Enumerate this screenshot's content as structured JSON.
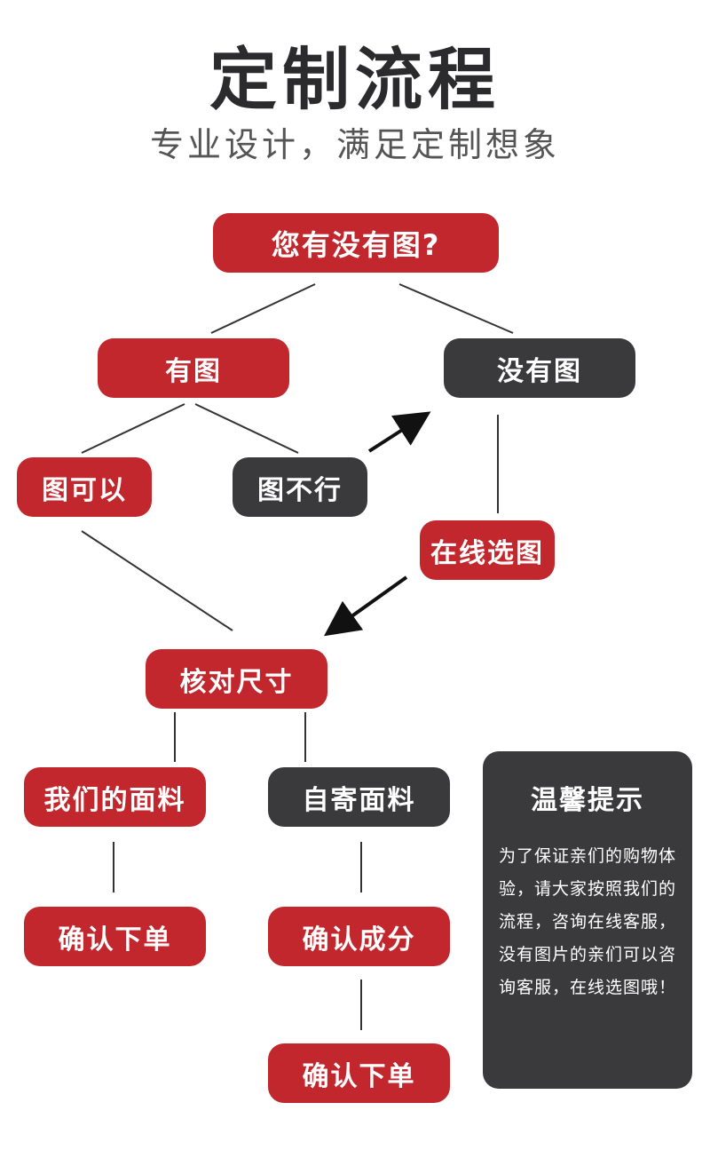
{
  "title": "定制流程",
  "subtitle": "专业设计，满足定制想象",
  "nodes": {
    "question": "您有没有图?",
    "have_image": "有图",
    "no_image": "没有图",
    "image_ok": "图可以",
    "image_not_ok": "图不行",
    "online_select": "在线选图",
    "check_size": "核对尺寸",
    "our_fabric": "我们的面料",
    "mail_fabric": "自寄面料",
    "confirm_order_left": "确认下单",
    "confirm_composition": "确认成分",
    "confirm_order_right": "确认下单"
  },
  "tip": {
    "title": "温馨提示",
    "body": "为了保证亲们的购物体验，请大家按照我们的流程，咨询在线客服，没有图片的亲们可以咨询客服，在线选图哦！"
  },
  "colors": {
    "red": "#c2272d",
    "dark": "#3a3a3c"
  }
}
